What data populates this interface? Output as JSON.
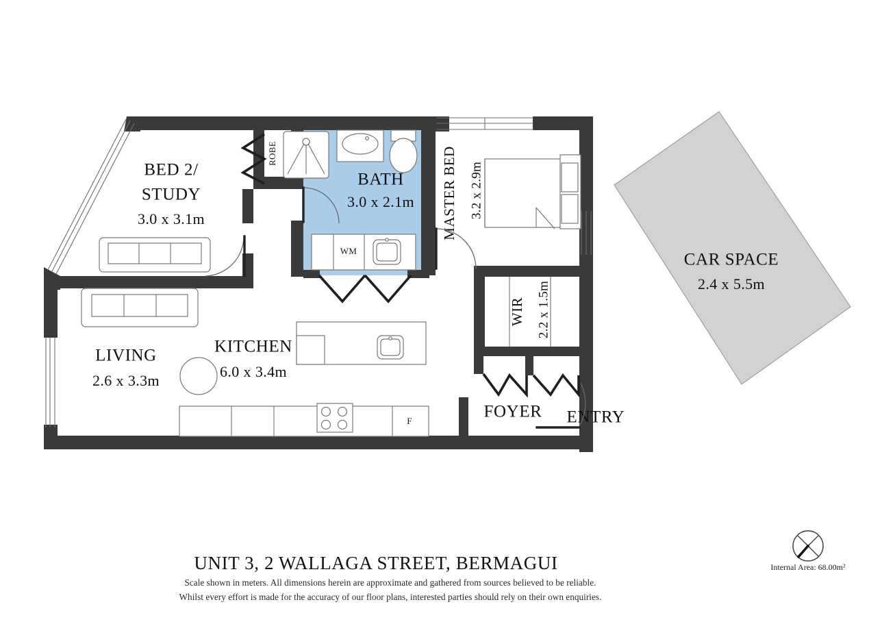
{
  "document": {
    "title": "UNIT 3, 2 WALLAGA STREET, BERMAGUI",
    "disclaimer_line1": "Scale shown in meters. All dimensions herein are approximate and gathered from sources believed to be reliable.",
    "disclaimer_line2": "Whilst every effort is made for the accuracy of our floor plans, interested parties should rely on their own enquiries.",
    "internal_area": "Internal Area:  68.00m²",
    "compass_icon": "north-compass-icon",
    "background_color": "#ffffff",
    "wall_color": "#3a3a3a",
    "wet_floor_color": "#a9cce8",
    "car_space_color": "#d2d2d2"
  },
  "rooms": [
    {
      "id": "bed2",
      "name_line1": "BED 2/",
      "name_line2": "STUDY",
      "dimensions": "3.0 x 3.1m",
      "orientation": "horizontal"
    },
    {
      "id": "bath",
      "name_line1": "BATH",
      "name_line2": "",
      "dimensions": "3.0 x 2.1m",
      "orientation": "horizontal"
    },
    {
      "id": "master",
      "name_line1": "MASTER BED",
      "name_line2": "",
      "dimensions": "3.2 x 2.9m",
      "orientation": "vertical"
    },
    {
      "id": "wir",
      "name_line1": "WIR",
      "name_line2": "",
      "dimensions": "2.2 x 1.5m",
      "orientation": "vertical"
    },
    {
      "id": "living",
      "name_line1": "LIVING",
      "name_line2": "",
      "dimensions": "2.6 x 3.3m",
      "orientation": "horizontal"
    },
    {
      "id": "kitchen",
      "name_line1": "KITCHEN",
      "name_line2": "",
      "dimensions": "6.0 x 3.4m",
      "orientation": "horizontal"
    },
    {
      "id": "foyer",
      "name_line1": "FOYER",
      "name_line2": "",
      "dimensions": "",
      "orientation": "horizontal"
    },
    {
      "id": "entry",
      "name_line1": "ENTRY",
      "name_line2": "",
      "dimensions": "",
      "orientation": "horizontal"
    },
    {
      "id": "carspace",
      "name_line1": "CAR SPACE",
      "name_line2": "",
      "dimensions": "2.4 x 5.5m",
      "orientation": "horizontal"
    }
  ],
  "annotations": {
    "robe": "ROBE",
    "washing_machine": "WM",
    "fridge": "F"
  },
  "fixtures": [
    {
      "name": "shower-fixture",
      "room": "bath"
    },
    {
      "name": "basin-fixture",
      "room": "bath"
    },
    {
      "name": "toilet-fixture",
      "room": "bath"
    },
    {
      "name": "laundry-sink-fixture",
      "room": "bath"
    },
    {
      "name": "washing-machine-fixture",
      "room": "bath"
    },
    {
      "name": "bed-furniture",
      "room": "master"
    },
    {
      "name": "sofa-furniture",
      "room": "bed2"
    },
    {
      "name": "sofa-furniture",
      "room": "living"
    },
    {
      "name": "round-table-furniture",
      "room": "kitchen"
    },
    {
      "name": "kitchen-island-bench",
      "room": "kitchen"
    },
    {
      "name": "kitchen-sink-fixture",
      "room": "kitchen"
    },
    {
      "name": "cooktop-fixture",
      "room": "kitchen"
    },
    {
      "name": "fridge-space",
      "room": "kitchen"
    }
  ]
}
